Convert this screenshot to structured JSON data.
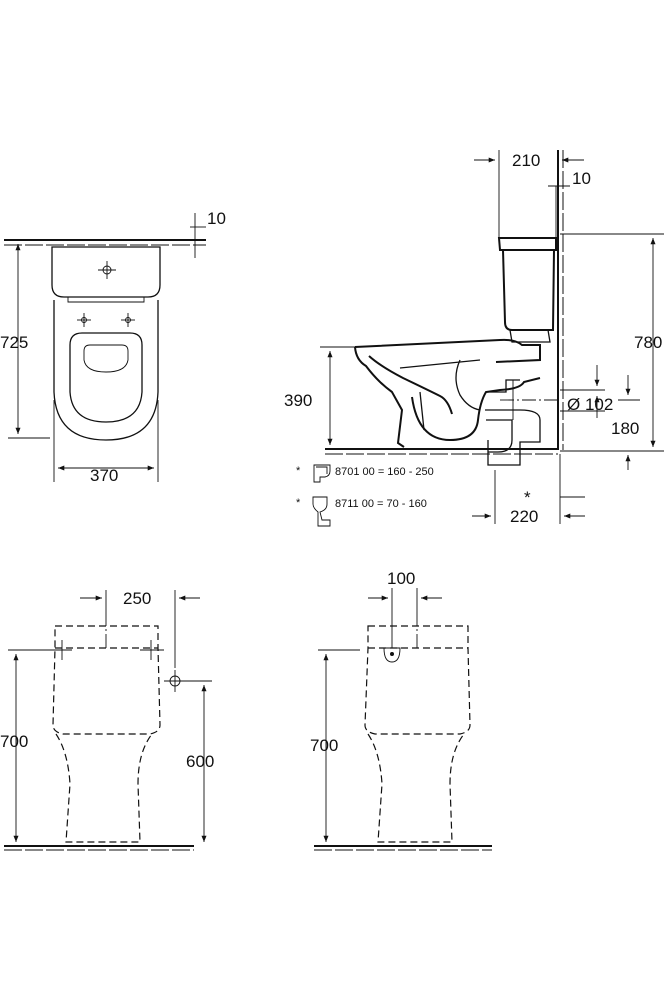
{
  "top_view": {
    "dim_wall_gap": "10",
    "dim_depth": "725",
    "dim_width": "370"
  },
  "side_view": {
    "dim_cistern_depth": "210",
    "dim_wall_gap": "10",
    "dim_total_height": "780",
    "dim_seat_height": "390",
    "dim_outlet_diameter": "Ø 102",
    "dim_outlet_height": "180",
    "dim_outlet_offset": "220",
    "outlet_asterisk": "*",
    "note_1_marker": "*",
    "note_1_text": "8701 00 = 160 - 250",
    "note_2_marker": "*",
    "note_2_text": "8711 00 =  70 -  160"
  },
  "front_view_left": {
    "dim_width_offset": "250",
    "dim_height": "700",
    "dim_connection_height": "600"
  },
  "front_view_right": {
    "dim_offset": "100",
    "dim_height": "700"
  }
}
